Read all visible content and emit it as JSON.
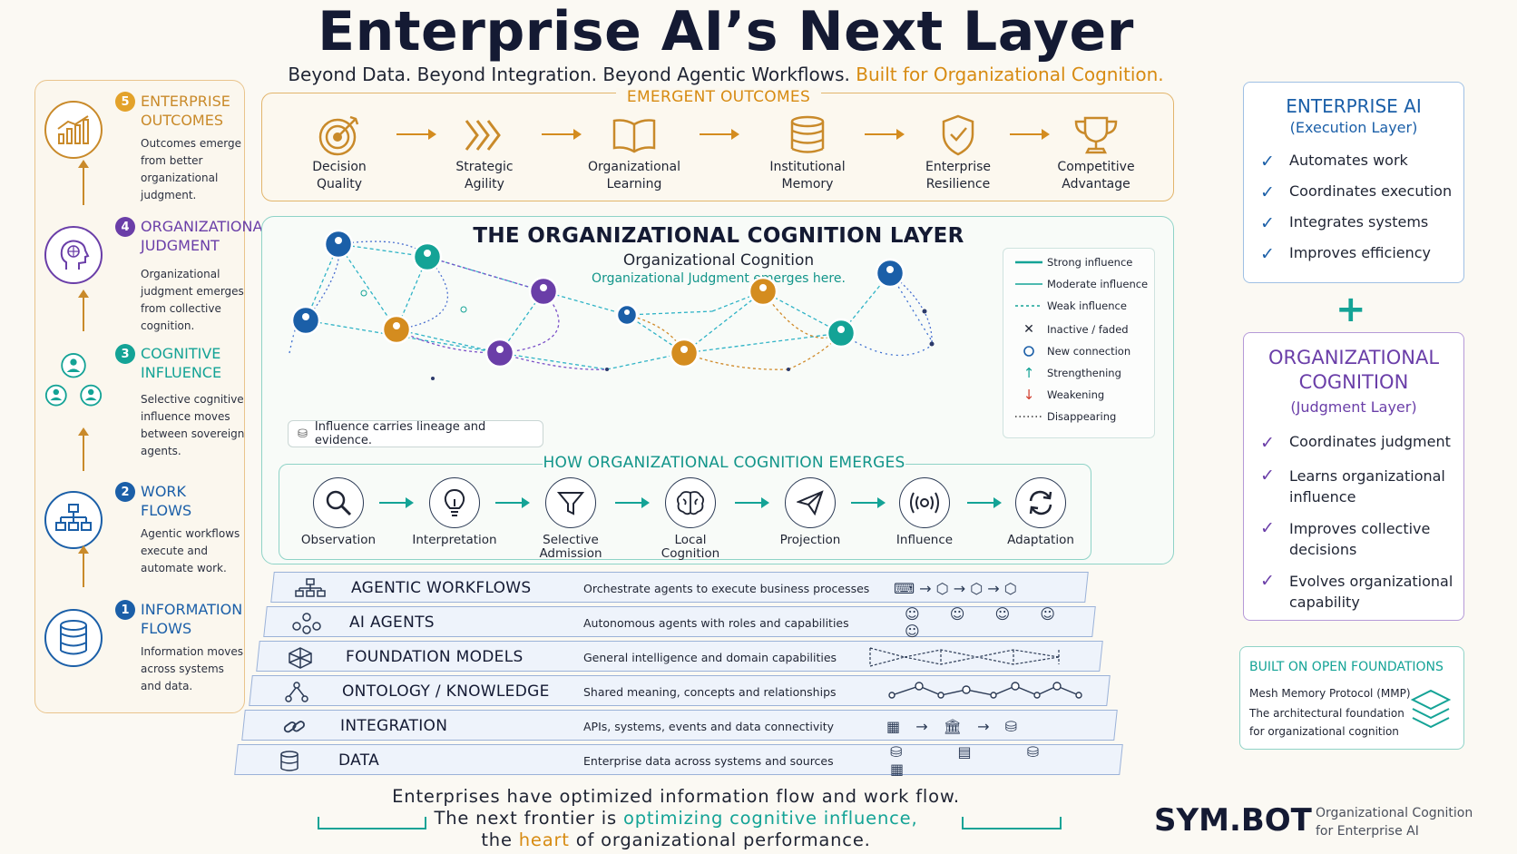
{
  "header": {
    "title": "Enterprise AI’s Next Layer",
    "subtitle_plain": "Beyond Data. Beyond Integration. Beyond Agentic Workflows.",
    "subtitle_highlight": "Built for Organizational Cognition."
  },
  "colors": {
    "gold": "#d78b12",
    "teal": "#14a396",
    "purple": "#6a3ea8",
    "blue": "#1b5fa8",
    "navy": "#141a33"
  },
  "left_steps": [
    {
      "num": "5",
      "head1": "ENTERPRISE",
      "head2": "OUTCOMES",
      "desc": "Outcomes emerge from better organizational judgment.",
      "icon": "growth-chart-icon"
    },
    {
      "num": "4",
      "head1": "ORGANIZATIONAL",
      "head2": "JUDGMENT",
      "desc": "Organizational judgment emerges from collective cognition.",
      "icon": "brain-head-icon"
    },
    {
      "num": "3",
      "head1": "COGNITIVE",
      "head2": "INFLUENCE",
      "desc": "Selective cognitive influence moves between sovereign agents.",
      "icon": "people-network-icon"
    },
    {
      "num": "2",
      "head1": "WORK",
      "head2": "FLOWS",
      "desc": "Agentic workflows execute and automate work.",
      "icon": "flowchart-icon"
    },
    {
      "num": "1",
      "head1": "INFORMATION",
      "head2": "FLOWS",
      "desc": "Information moves across systems and data.",
      "icon": "database-icon"
    }
  ],
  "outcomes": {
    "heading": "EMERGENT OUTCOMES",
    "items": [
      {
        "l1": "Decision",
        "l2": "Quality",
        "icon": "target-icon"
      },
      {
        "l1": "Strategic",
        "l2": "Agility",
        "icon": "chevrons-icon"
      },
      {
        "l1": "Organizational",
        "l2": "Learning",
        "icon": "book-icon"
      },
      {
        "l1": "Institutional",
        "l2": "Memory",
        "icon": "database-icon"
      },
      {
        "l1": "Enterprise",
        "l2": "Resilience",
        "icon": "shield-icon"
      },
      {
        "l1": "Competitive",
        "l2": "Advantage",
        "icon": "trophy-icon"
      }
    ]
  },
  "cognition": {
    "title": "THE ORGANIZATIONAL COGNITION LAYER",
    "subtitle": "Organizational Cognition",
    "tagline": "Organizational Judgment emerges here.",
    "lineage": "Influence carries lineage and evidence.",
    "legend": [
      {
        "label": "Strong influence",
        "sym": "solid"
      },
      {
        "label": "Moderate influence",
        "sym": "solid-thin"
      },
      {
        "label": "Weak influence",
        "sym": "dashed"
      },
      {
        "label": "Inactive / faded",
        "sym": "x"
      },
      {
        "label": "New connection",
        "sym": "circle"
      },
      {
        "label": "Strengthening",
        "sym": "up"
      },
      {
        "label": "Weakening",
        "sym": "down"
      },
      {
        "label": "Disappearing",
        "sym": "dotted"
      }
    ],
    "emerges_heading": "HOW ORGANIZATIONAL COGNITION EMERGES",
    "steps": [
      {
        "l1": "Observation",
        "l2": "",
        "icon": "search-icon"
      },
      {
        "l1": "Interpretation",
        "l2": "",
        "icon": "lightbulb-icon"
      },
      {
        "l1": "Selective",
        "l2": "Admission",
        "icon": "funnel-icon"
      },
      {
        "l1": "Local",
        "l2": "Cognition",
        "icon": "brain-icon"
      },
      {
        "l1": "Projection",
        "l2": "",
        "icon": "paper-plane-icon"
      },
      {
        "l1": "Influence",
        "l2": "",
        "icon": "broadcast-icon"
      },
      {
        "l1": "Adaptation",
        "l2": "",
        "icon": "refresh-icon"
      }
    ]
  },
  "stack": [
    {
      "name": "AGENTIC WORKFLOWS",
      "desc": "Orchestrate agents to execute business processes",
      "icon": "workflow-icon",
      "right": "⌨ → ⬡ → ⬡ → ⬡"
    },
    {
      "name": "AI AGENTS",
      "desc": "Autonomous agents with roles and capabilities",
      "icon": "agents-icon",
      "right": "☺ ☺ ☺ ☺ ☺"
    },
    {
      "name": "FOUNDATION MODELS",
      "desc": "General intelligence and domain capabilities",
      "icon": "cube-network-icon",
      "right": ""
    },
    {
      "name": "ONTOLOGY / KNOWLEDGE",
      "desc": "Shared meaning, concepts and relationships",
      "icon": "graph-icon",
      "right": ""
    },
    {
      "name": "INTEGRATION",
      "desc": "APIs, systems, events and data connectivity",
      "icon": "link-icon",
      "right": "▦ → 🏛 → ⛁"
    },
    {
      "name": "DATA",
      "desc": "Enterprise data across systems and sources",
      "icon": "database-icon",
      "right": "⛁ ▤ ⛁ ▦"
    }
  ],
  "right": {
    "exec_title": "ENTERPRISE AI",
    "exec_sub": "(Execution Layer)",
    "exec_items": [
      "Automates work",
      "Coordinates execution",
      "Integrates systems",
      "Improves efficiency"
    ],
    "plus": "+",
    "cog_title1": "ORGANIZATIONAL",
    "cog_title2": "COGNITION",
    "cog_sub": "(Judgment Layer)",
    "cog_items": [
      {
        "l1": "Coordinates judgment",
        "l2": ""
      },
      {
        "l1": "Learns organizational",
        "l2": "influence"
      },
      {
        "l1": "Improves collective",
        "l2": "decisions"
      },
      {
        "l1": "Evolves organizational",
        "l2": "capability"
      }
    ],
    "found_title": "BUILT ON OPEN FOUNDATIONS",
    "found_l1": "Mesh Memory Protocol (MMP)",
    "found_l2": "The architectural foundation",
    "found_l3": "for organizational cognition"
  },
  "bottom": {
    "line1": "Enterprises have optimized information flow and work flow.",
    "line2a": "The next frontier is",
    "line2b": "optimizing cognitive influence,",
    "line3a": "the",
    "line3b": "heart",
    "line3c": "of organizational performance.",
    "logo": "SYM.BOT",
    "tag1": "Organizational Cognition",
    "tag2": "for Enterprise AI"
  }
}
